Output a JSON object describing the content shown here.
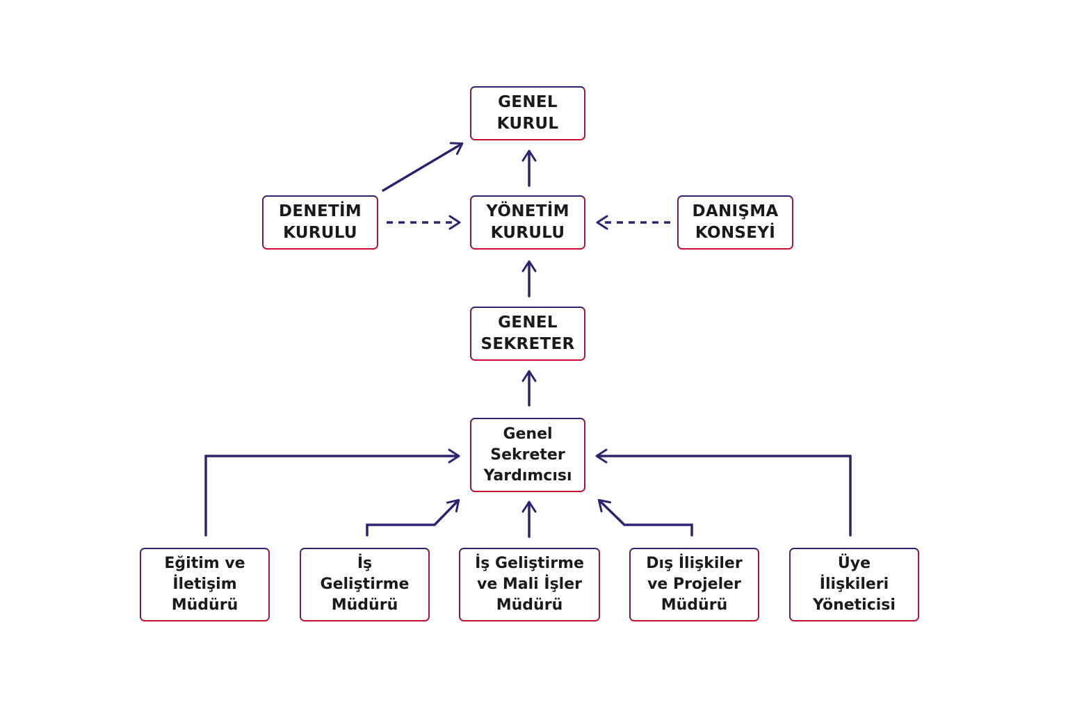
{
  "colors": {
    "line": "#2b2371",
    "border_top": "#2b2371",
    "border_bottom": "#c8102e",
    "text": "#1a1a1a",
    "background": "#ffffff"
  },
  "nodes": {
    "genel_kurul": "GENEL\nKURUL",
    "denetim_kurulu": "DENETİM\nKURULU",
    "yonetim_kurulu": "YÖNETİM\nKURULU",
    "danisma_konseyi": "DANIŞMA\nKONSEYİ",
    "genel_sekreter": "GENEL\nSEKRETER",
    "genel_sekreter_yardimcisi": "Genel\nSekreter\nYardımcısı",
    "egitim_iletisim": "Eğitim ve\nİletişim\nMüdürü",
    "is_gelistirme": "İş\nGeliştirme\nMüdürü",
    "is_gelistirme_mali": "İş Geliştirme\nve Mali İşler\nMüdürü",
    "dis_iliskiler": "Dış İlişkiler\nve Projeler\nMüdürü",
    "uye_iliskileri": "Üye\nİlişkileri\nYöneticisi"
  },
  "connections": [
    {
      "from": "denetim_kurulu",
      "to": "genel_kurul",
      "style": "solid"
    },
    {
      "from": "yonetim_kurulu",
      "to": "genel_kurul",
      "style": "solid"
    },
    {
      "from": "denetim_kurulu",
      "to": "yonetim_kurulu",
      "style": "dashed"
    },
    {
      "from": "danisma_konseyi",
      "to": "yonetim_kurulu",
      "style": "dashed"
    },
    {
      "from": "genel_sekreter",
      "to": "yonetim_kurulu",
      "style": "solid"
    },
    {
      "from": "genel_sekreter_yardimcisi",
      "to": "genel_sekreter",
      "style": "solid"
    },
    {
      "from": "egitim_iletisim",
      "to": "genel_sekreter_yardimcisi",
      "style": "solid"
    },
    {
      "from": "is_gelistirme",
      "to": "genel_sekreter_yardimcisi",
      "style": "solid"
    },
    {
      "from": "is_gelistirme_mali",
      "to": "genel_sekreter_yardimcisi",
      "style": "solid"
    },
    {
      "from": "dis_iliskiler",
      "to": "genel_sekreter_yardimcisi",
      "style": "solid"
    },
    {
      "from": "uye_iliskileri",
      "to": "genel_sekreter_yardimcisi",
      "style": "solid"
    }
  ]
}
